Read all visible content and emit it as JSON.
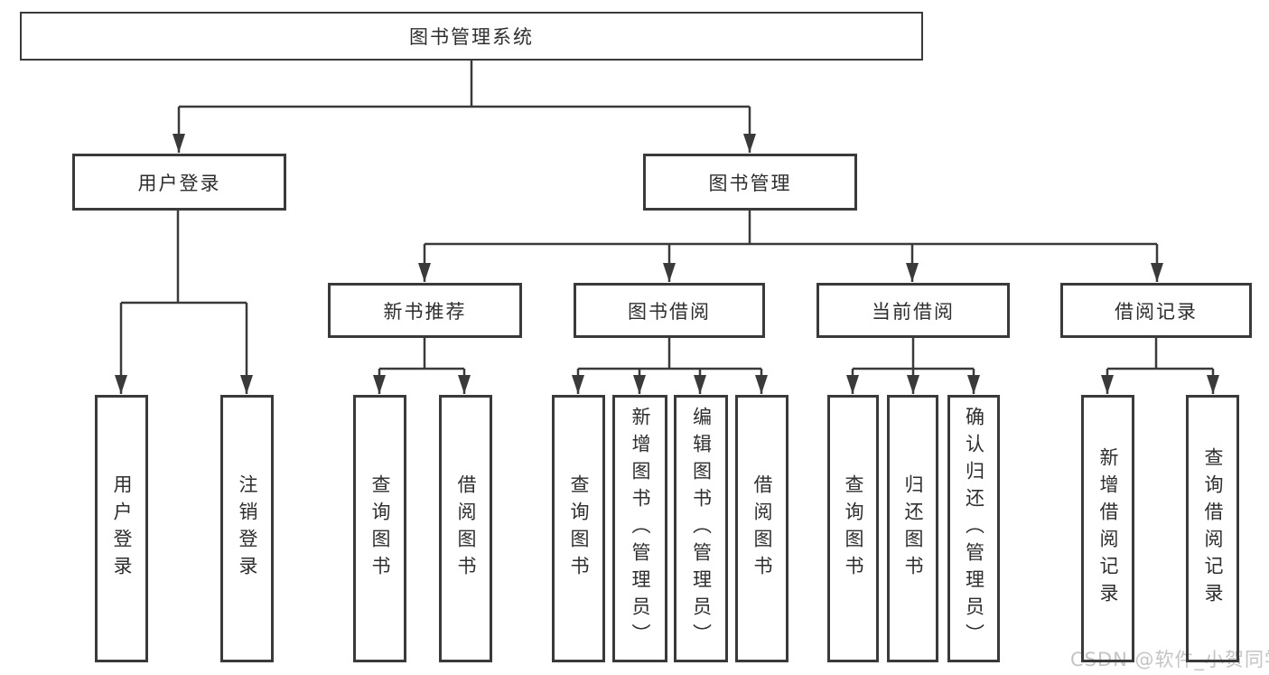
{
  "diagram": {
    "root": {
      "label": "图书管理系统"
    },
    "level2": [
      {
        "label": "用户登录",
        "children": [
          {
            "label": "用户登录"
          },
          {
            "label": "注销登录"
          }
        ]
      },
      {
        "label": "图书管理",
        "children": [
          {
            "label": "新书推荐",
            "children": [
              {
                "label": "查询图书"
              },
              {
                "label": "借阅图书"
              }
            ]
          },
          {
            "label": "图书借阅",
            "children": [
              {
                "label": "查询图书"
              },
              {
                "label": "新增图书（管理员）"
              },
              {
                "label": "编辑图书（管理员）"
              },
              {
                "label": "借阅图书"
              }
            ]
          },
          {
            "label": "当前借阅",
            "children": [
              {
                "label": "查询图书"
              },
              {
                "label": "归还图书"
              },
              {
                "label": "确认归还（管理员）"
              }
            ]
          },
          {
            "label": "借阅记录",
            "children": [
              {
                "label": "新增借阅记录"
              },
              {
                "label": "查询借阅记录"
              }
            ]
          }
        ]
      }
    ],
    "watermark": "CSDN @软件_小贺同学",
    "colors": {
      "line": "#3a3a3a",
      "text": "#2e2e2e",
      "watermark": "#c4c4c4",
      "background": "#ffffff"
    }
  }
}
